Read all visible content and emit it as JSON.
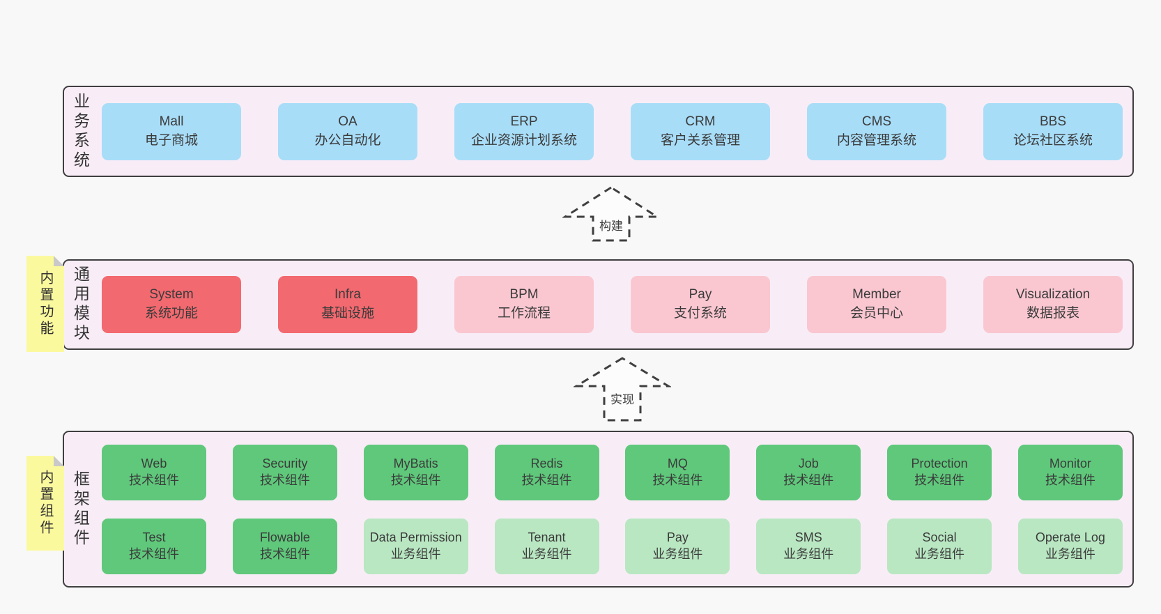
{
  "colors": {
    "page_bg": "#f8f8f8",
    "section_bg": "#f8edf6",
    "border": "#3f3f3f",
    "blue": "#a8ddf8",
    "red": "#f2696f",
    "pink": "#fac7d1",
    "green": "#5fc87b",
    "green_light": "#b9e7c2",
    "yellow": "#fbf99e",
    "text": "#3b3b3b"
  },
  "layers": {
    "business": {
      "label": "业务系统",
      "boxes": [
        {
          "name": "Mall",
          "desc": "电子商城"
        },
        {
          "name": "OA",
          "desc": "办公自动化"
        },
        {
          "name": "ERP",
          "desc": "企业资源计划系统"
        },
        {
          "name": "CRM",
          "desc": "客户关系管理"
        },
        {
          "name": "CMS",
          "desc": "内容管理系统"
        },
        {
          "name": "BBS",
          "desc": "论坛社区系统"
        }
      ]
    },
    "modules": {
      "label": "通用模块",
      "sticky": "内置功能",
      "boxes": [
        {
          "name": "System",
          "desc": "系统功能"
        },
        {
          "name": "Infra",
          "desc": "基础设施"
        },
        {
          "name": "BPM",
          "desc": "工作流程"
        },
        {
          "name": "Pay",
          "desc": "支付系统"
        },
        {
          "name": "Member",
          "desc": "会员中心"
        },
        {
          "name": "Visualization",
          "desc": "数据报表"
        }
      ]
    },
    "components": {
      "label": "框架组件",
      "sticky": "内置组件",
      "row1": [
        {
          "name": "Web",
          "desc": "技术组件"
        },
        {
          "name": "Security",
          "desc": "技术组件"
        },
        {
          "name": "MyBatis",
          "desc": "技术组件"
        },
        {
          "name": "Redis",
          "desc": "技术组件"
        },
        {
          "name": "MQ",
          "desc": "技术组件"
        },
        {
          "name": "Job",
          "desc": "技术组件"
        },
        {
          "name": "Protection",
          "desc": "技术组件"
        },
        {
          "name": "Monitor",
          "desc": "技术组件"
        }
      ],
      "row2": [
        {
          "name": "Test",
          "desc": "技术组件"
        },
        {
          "name": "Flowable",
          "desc": "技术组件"
        },
        {
          "name": "Data Permission",
          "desc": "业务组件"
        },
        {
          "name": "Tenant",
          "desc": "业务组件"
        },
        {
          "name": "Pay",
          "desc": "业务组件"
        },
        {
          "name": "SMS",
          "desc": "业务组件"
        },
        {
          "name": "Social",
          "desc": "业务组件"
        },
        {
          "name": "Operate Log",
          "desc": "业务组件"
        }
      ]
    }
  },
  "arrows": [
    {
      "label": "构建"
    },
    {
      "label": "实现"
    }
  ]
}
